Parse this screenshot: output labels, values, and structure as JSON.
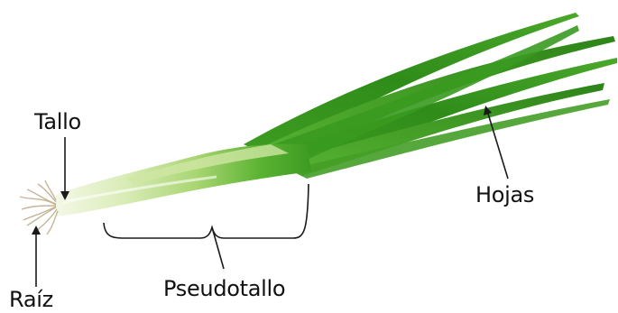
{
  "labels": {
    "tallo": "Tallo",
    "hojas": "Hojas",
    "pseudotallo": "Pseudotallo",
    "raiz": "Raíz"
  },
  "colors": {
    "leaf_dark": "#2f8f1d",
    "leaf_mid": "#4fae2c",
    "leaf_light": "#7cc74a",
    "stalk_light": "#e8f2cf",
    "stalk_mid": "#b9dc86",
    "root": "#c9b79a",
    "line": "#1a1a1a"
  }
}
